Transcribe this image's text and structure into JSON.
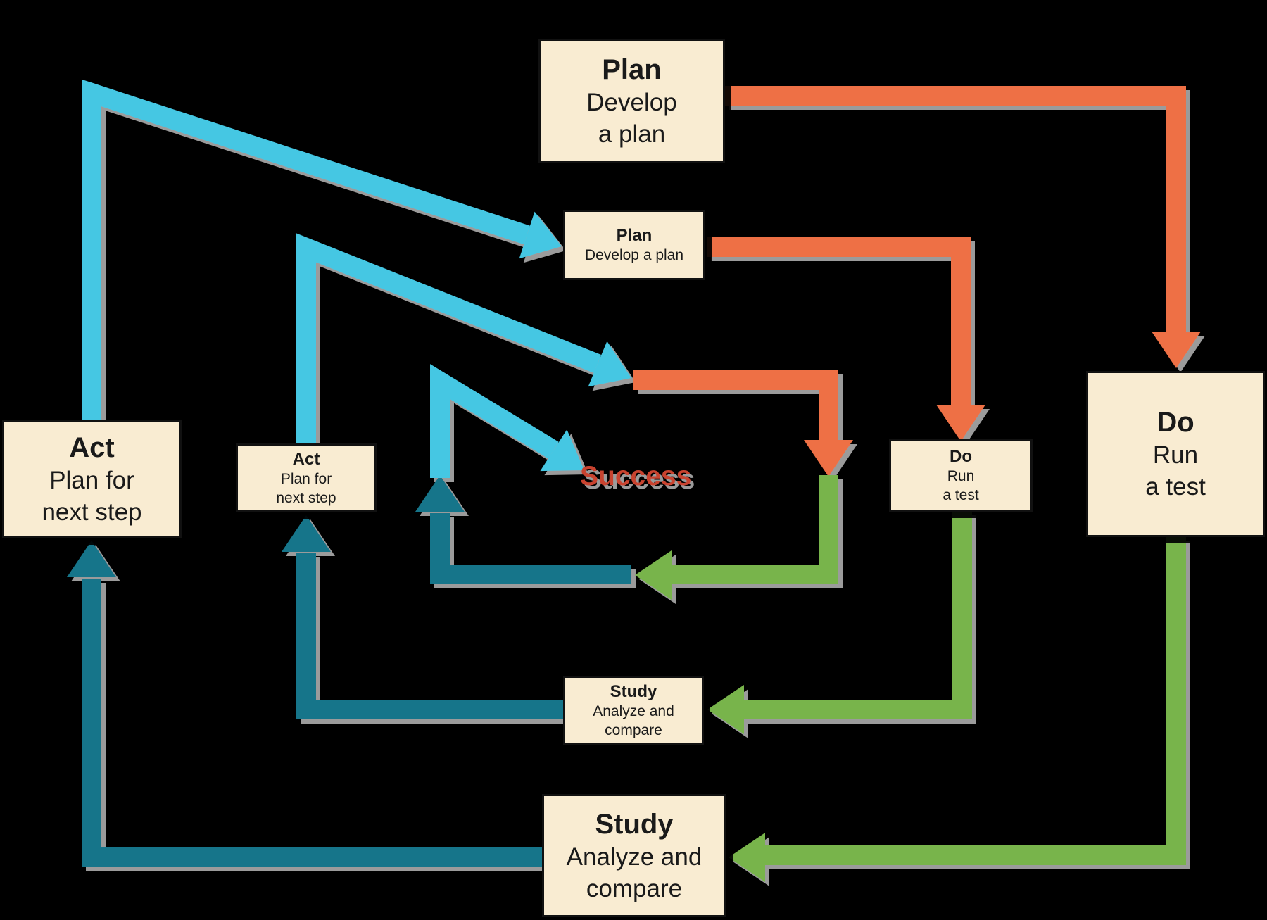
{
  "boxes": {
    "plan_large": {
      "title": "Plan",
      "line1": "Develop",
      "line2": "a plan"
    },
    "plan_small": {
      "title": "Plan",
      "line1": "Develop a plan"
    },
    "do_large": {
      "title": "Do",
      "line1": "Run",
      "line2": "a test"
    },
    "do_small": {
      "title": "Do",
      "line1": "Run",
      "line2": "a test"
    },
    "act_large": {
      "title": "Act",
      "line1": "Plan for",
      "line2": "next step"
    },
    "act_small": {
      "title": "Act",
      "line1": "Plan for",
      "line2": "next step"
    },
    "study_small": {
      "title": "Study",
      "line1": "Analyze and",
      "line2": "compare"
    },
    "study_large": {
      "title": "Study",
      "line1": "Analyze and",
      "line2": "compare"
    }
  },
  "success": {
    "label": "Success"
  },
  "colors": {
    "cyan": "#44c7e3",
    "teal": "#19758a",
    "orange": "#ee7044",
    "green": "#78b44b",
    "box_bg": "#f9ecd2",
    "box_border": "#111111",
    "text": "#1a1a1a",
    "success": "#c9432f",
    "shadow": "#9b9b9b",
    "background": "#000000"
  }
}
